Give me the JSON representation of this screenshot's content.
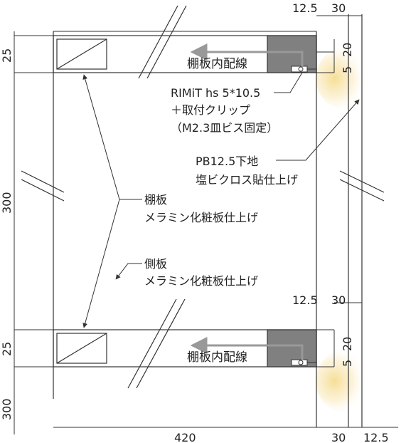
{
  "colors": {
    "line": "#333333",
    "fill_dark": "#808080",
    "wire_arrow": "#999999",
    "glow": "#f3d98a"
  },
  "dimensions": {
    "top_12_5": "12.5",
    "top_30": "30",
    "left_25_top": "25",
    "left_300_mid": "300",
    "right_20_top": "20",
    "right_5_top": "5",
    "mid_12_5": "12.5",
    "mid_30": "30",
    "left_25_bottom": "25",
    "right_20_bottom": "20",
    "right_5_bottom": "5",
    "left_300_bottom": "300",
    "bottom_420": "420",
    "bottom_30": "30",
    "bottom_12_5": "12.5"
  },
  "labels": {
    "wiring_top": "棚板内配線",
    "wiring_bottom": "棚板内配線",
    "rimit_line1": "RIMiT hs 5*10.5",
    "rimit_line2": "＋取付クリップ",
    "rimit_line3": "（M2.3皿ビス固定）",
    "pb_line1": "PB12.5下地",
    "pb_line2": "塩ビクロス貼仕上げ",
    "shelf_line1": "棚板",
    "shelf_line2": "メラミン化粧板仕上げ",
    "side_line1": "側板",
    "side_line2": "メラミン化粧板仕上げ"
  }
}
